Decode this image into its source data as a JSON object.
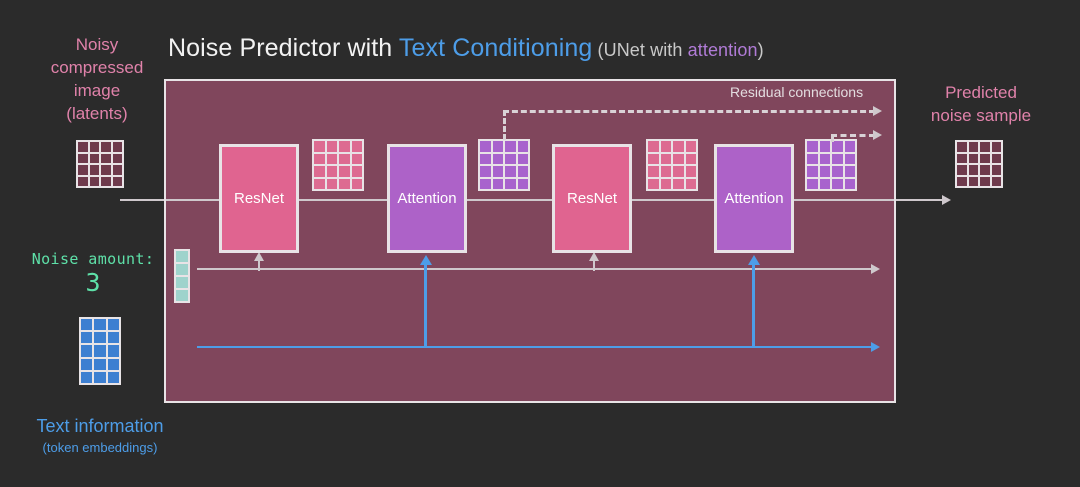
{
  "title": {
    "part1": "Noise Predictor with ",
    "highlight": "Text Conditioning",
    "paren_open": " (UNet with ",
    "paren_highlight": "attention",
    "paren_close": ")"
  },
  "labels": {
    "latents": "Noisy compressed image (latents)",
    "latents_lines": [
      "Noisy",
      "compressed",
      "image",
      "(latents)"
    ],
    "predicted": "Predicted noise sample",
    "predicted_lines": [
      "Predicted",
      "noise sample"
    ],
    "noise_amount": "Noise amount:",
    "noise_value": "3",
    "text_info": "Text information",
    "text_info_sub": "(token embeddings)",
    "residual": "Residual connections"
  },
  "blocks": [
    {
      "id": "resnet-1",
      "label": "ResNet",
      "type": "resnet"
    },
    {
      "id": "attention-1",
      "label": "Attention",
      "type": "attention"
    },
    {
      "id": "resnet-2",
      "label": "ResNet",
      "type": "resnet"
    },
    {
      "id": "attention-2",
      "label": "Attention",
      "type": "attention"
    }
  ],
  "grids": {
    "latents": {
      "cols": 4,
      "rows": 4,
      "color": "#6e3a4c"
    },
    "predicted": {
      "cols": 4,
      "rows": 4,
      "color": "#6e3a4c"
    },
    "tokens": {
      "cols": 3,
      "rows": 5,
      "color": "#3d7fd1"
    },
    "noise": {
      "cols": 1,
      "rows": 4,
      "color": "#9ed3cc"
    },
    "a": {
      "cols": 4,
      "rows": 4,
      "color": "#dd6b91"
    },
    "b": {
      "cols": 4,
      "rows": 4,
      "color": "#a863cd"
    },
    "c": {
      "cols": 4,
      "rows": 4,
      "color": "#dd6b91"
    },
    "d": {
      "cols": 4,
      "rows": 4,
      "color": "#a863cd"
    }
  },
  "colors": {
    "background": "#2b2b2b",
    "panel": "#80465c",
    "resnet": "#e06490",
    "attention": "#ad62c8",
    "accent_blue": "#4d9de8",
    "accent_pink": "#e082aa",
    "accent_green": "#5ee0a8",
    "accent_purple": "#b07bd6",
    "line_gray": "#cfc8cc",
    "border": "#e8e3e6"
  }
}
